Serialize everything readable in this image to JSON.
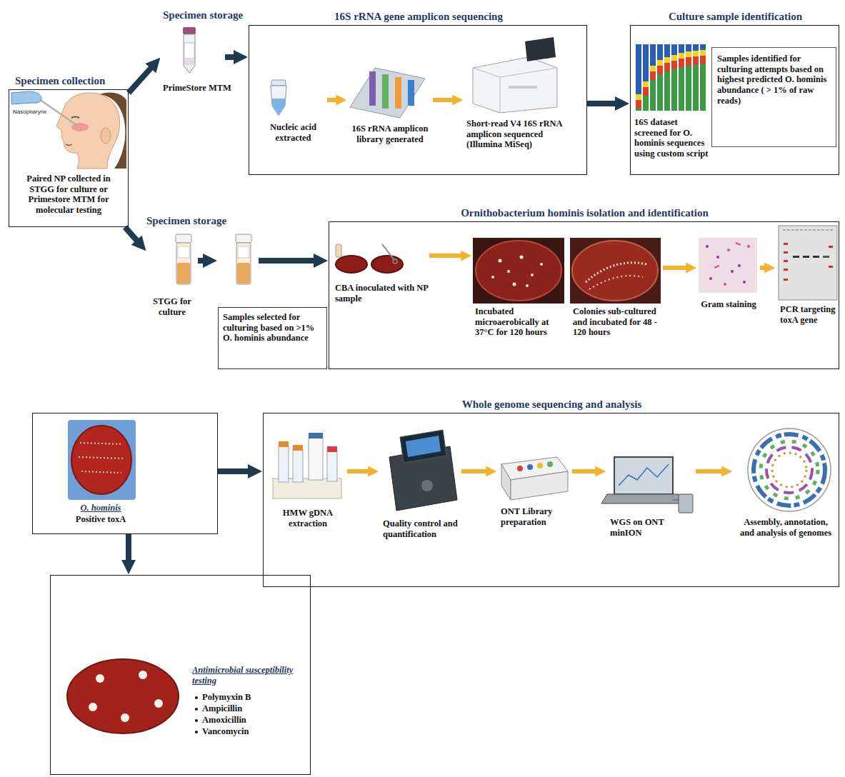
{
  "diagram": {
    "nodes": [
      {
        "text": [
          "Specimen collection",
          "Paired NP collected in STGG for culture or Primestore MTM for molecular testing"
        ]
      },
      {
        "text": [
          "Specimen storage",
          "PrimeStore MTM"
        ]
      },
      {
        "text": [
          "16S rRNA gene amplicon sequencing"
        ]
      },
      {
        "text": [
          "Nucleic acid extracted"
        ],
        "in": 2
      },
      {
        "text": [
          "16S rRNA amplicon library generated"
        ],
        "in": 2
      },
      {
        "text": [
          "Short-read V4 16S rRNA amplicon sequenced (Illumina MiSeq)"
        ],
        "in": 2
      },
      {
        "text": [
          "Culture sample identification"
        ]
      },
      {
        "text": [
          "16S dataset screened for O. hominis sequences using custom script"
        ],
        "in": 6
      },
      {
        "text": [
          "Samples identified for culturing attempts based on highest predicted O. hominis abundance ( > 1% of raw reads)"
        ],
        "in": 6
      },
      {
        "text": [
          "Specimen storage",
          "STGG for culture"
        ]
      },
      {
        "text": [
          "Samples selected for culturing based on >1% O. hominis abundance"
        ]
      },
      {
        "text": [
          "Ornithobacterium hominis isolation and identification"
        ]
      },
      {
        "text": [
          "CBA inoculated with NP sample"
        ],
        "in": 11
      },
      {
        "text": [
          "Incubated microaerobically at 37°C for 120 hours"
        ],
        "in": 11
      },
      {
        "text": [
          "Colonies sub-cultured and incubated for 48 - 120 hours"
        ],
        "in": 11
      },
      {
        "text": [
          "Gram staining"
        ],
        "in": 11
      },
      {
        "text": [
          "PCR targeting toxA gene"
        ],
        "in": 11
      },
      {
        "text": [
          "O. hominis",
          "Positive toxA"
        ]
      },
      {
        "text": [
          "Whole genome sequencing and analysis"
        ]
      },
      {
        "text": [
          "HMW gDNA extraction"
        ],
        "in": 18
      },
      {
        "text": [
          "Quality control and quantification"
        ],
        "in": 18
      },
      {
        "text": [
          "ONT Library preparation"
        ],
        "in": 18
      },
      {
        "text": [
          "WGS on ONT minION"
        ],
        "in": 18
      },
      {
        "text": [
          "Assembly, annotation, and analysis of genomes"
        ],
        "in": 18
      },
      {
        "text": [
          "Antimicrobial susceptibility testing",
          "Polymyxin B",
          "Ampicillin",
          "Amoxicillin",
          "Vancomycin"
        ]
      }
    ],
    "edges": [
      {
        "from": 0,
        "to": 1,
        "arrow": "to"
      },
      {
        "from": 1,
        "to": 2,
        "arrow": "to"
      },
      {
        "from": 3,
        "to": 4,
        "arrow": "to"
      },
      {
        "from": 4,
        "to": 5,
        "arrow": "to"
      },
      {
        "from": 2,
        "to": 6,
        "arrow": "to"
      },
      {
        "from": 0,
        "to": 9,
        "arrow": "to"
      },
      {
        "from": 9,
        "to": 10,
        "arrow": "to"
      },
      {
        "from": 10,
        "to": 11,
        "arrow": "to"
      },
      {
        "from": 12,
        "to": 13,
        "arrow": "to"
      },
      {
        "from": 14,
        "to": 15,
        "arrow": "to"
      },
      {
        "from": 15,
        "to": 16,
        "arrow": "to"
      },
      {
        "from": 17,
        "to": 18,
        "arrow": "to"
      },
      {
        "from": 19,
        "to": 20,
        "arrow": "to"
      },
      {
        "from": 20,
        "to": 21,
        "arrow": "to"
      },
      {
        "from": 21,
        "to": 22,
        "arrow": "to"
      },
      {
        "from": 22,
        "to": 23,
        "arrow": "to"
      },
      {
        "from": 17,
        "to": 24,
        "arrow": "to"
      }
    ],
    "labels": [
      "Nasopharynx"
    ]
  }
}
